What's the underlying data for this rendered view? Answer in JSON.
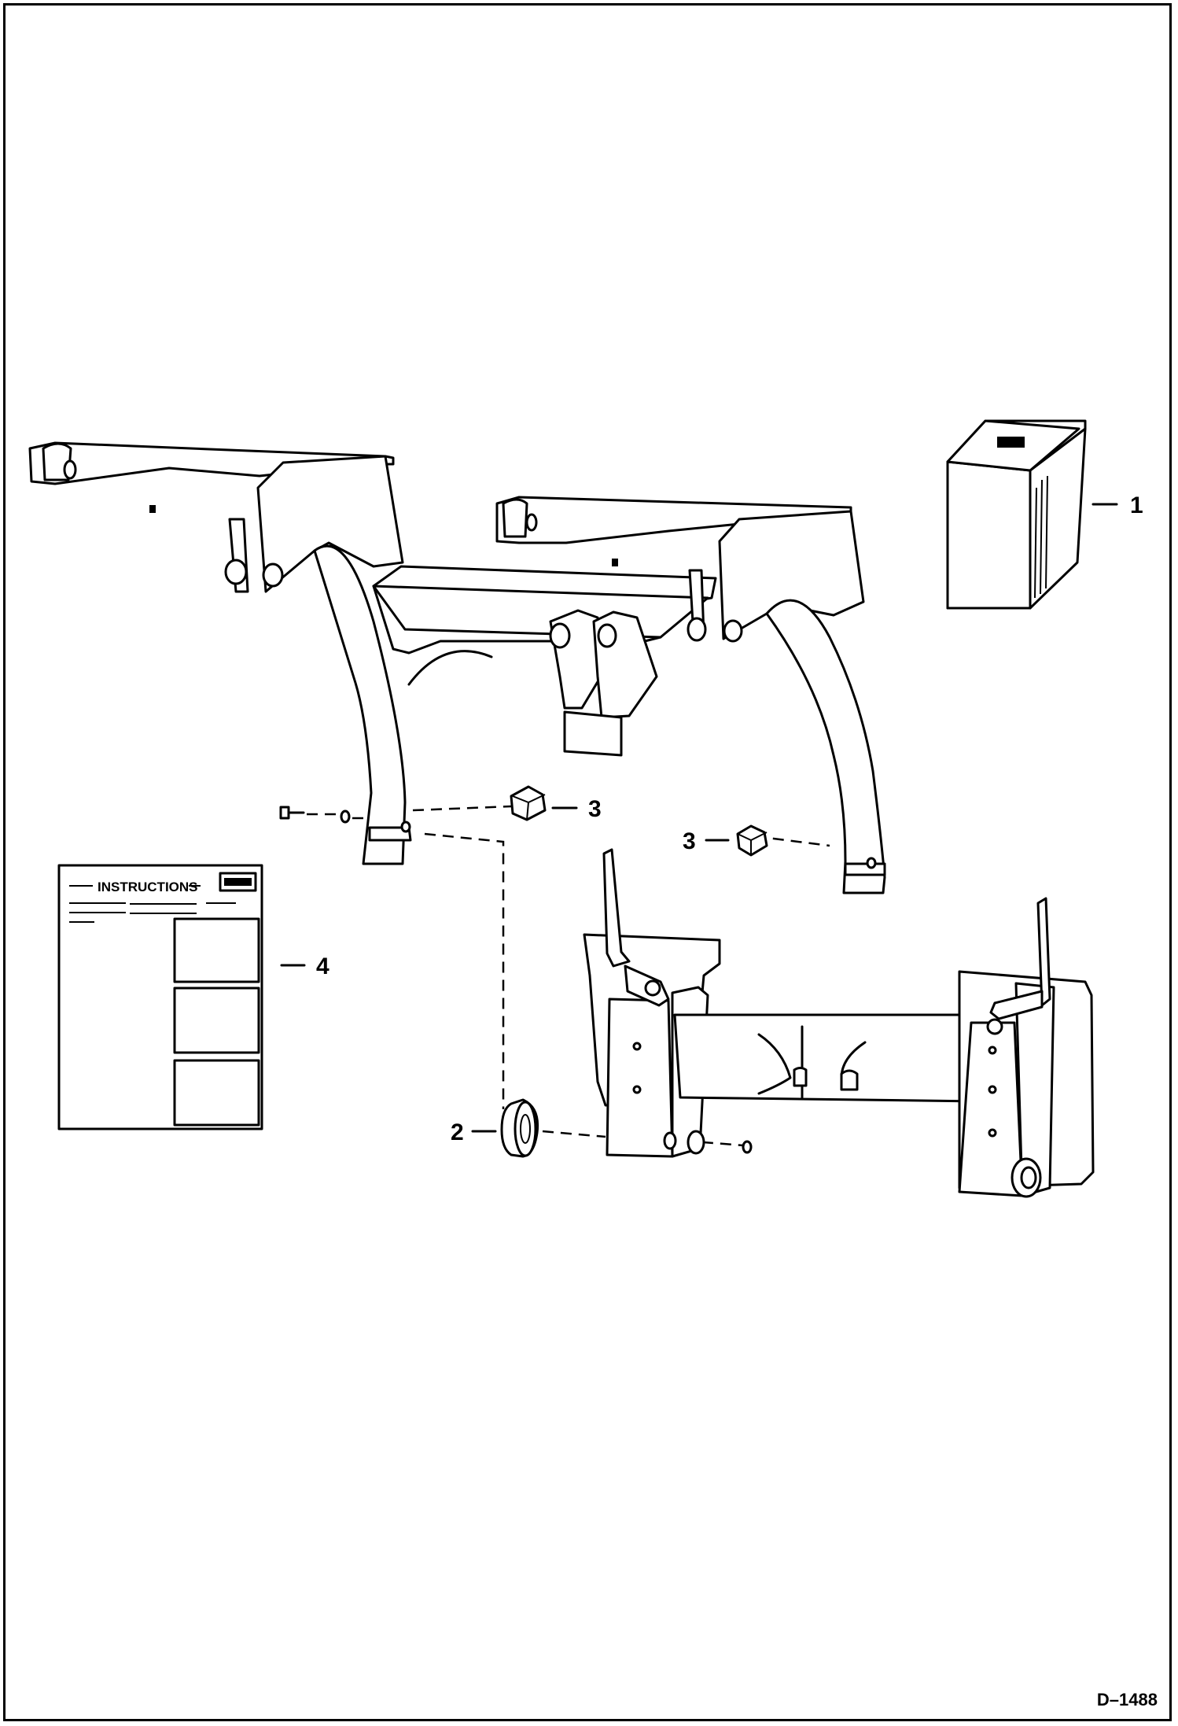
{
  "document_id": "D–1488",
  "callouts": {
    "item_1": "1",
    "item_2": "2",
    "item_3a": "3",
    "item_3b": "3",
    "item_4": "4"
  },
  "instruction_sheet": {
    "title": "INSTRUCTIONS"
  },
  "colors": {
    "line": "#000000",
    "background": "#ffffff"
  }
}
